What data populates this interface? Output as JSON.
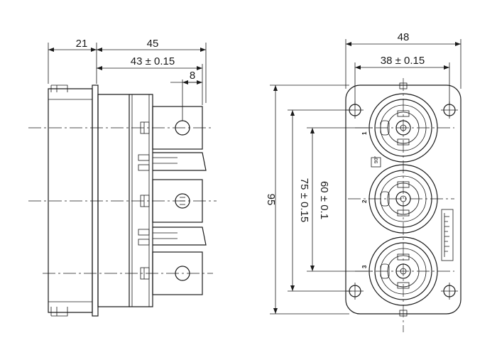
{
  "side_view": {
    "dimensions": {
      "overall_depth": "21",
      "body_length": "45",
      "terminal_length": "43 ± 0.15",
      "terminal_width": "8"
    }
  },
  "front_view": {
    "dimensions": {
      "flange_width": "48",
      "hole_pitch_horizontal": "38 ± 0.15",
      "flange_height": "95",
      "hole_pitch_vertical": "75 ± 0.15",
      "contact_pitch": "60 ± 0.1"
    },
    "contacts": [
      "1",
      "2",
      "3"
    ],
    "key_mark": "90°"
  }
}
